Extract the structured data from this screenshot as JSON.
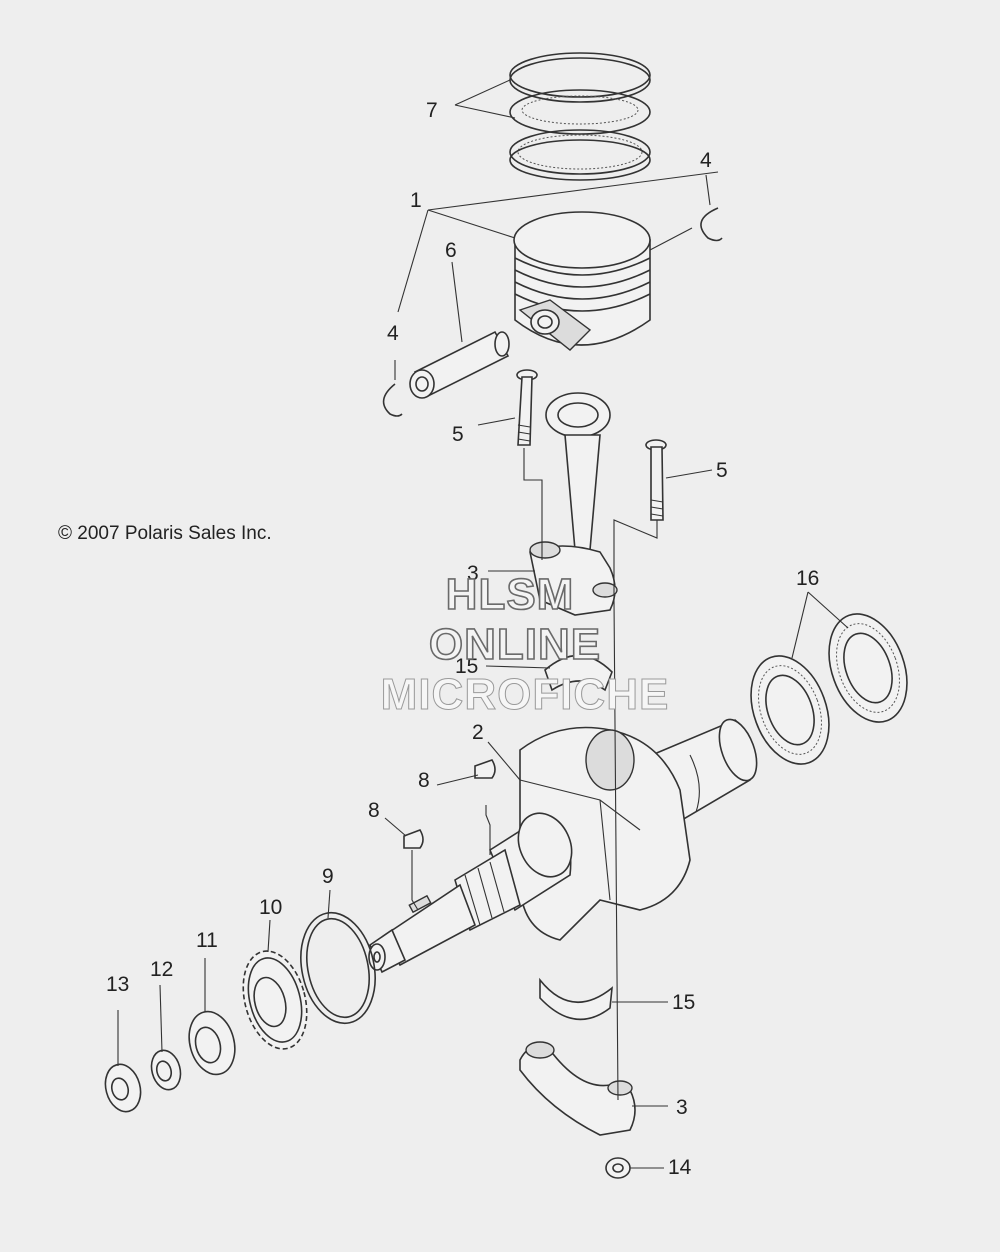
{
  "copyright": "© 2007 Polaris Sales Inc.",
  "watermark": [
    "HLSM",
    "ONLINE",
    "MICROFICHE"
  ],
  "callouts": {
    "c1": "1",
    "c2": "2",
    "c3a": "3",
    "c3b": "3",
    "c4a": "4",
    "c4b": "4",
    "c5a": "5",
    "c5b": "5",
    "c6": "6",
    "c7": "7",
    "c8a": "8",
    "c8b": "8",
    "c9": "9",
    "c10": "10",
    "c11": "11",
    "c12": "12",
    "c13": "13",
    "c14": "14",
    "c15a": "15",
    "c15b": "15",
    "c16": "16"
  }
}
